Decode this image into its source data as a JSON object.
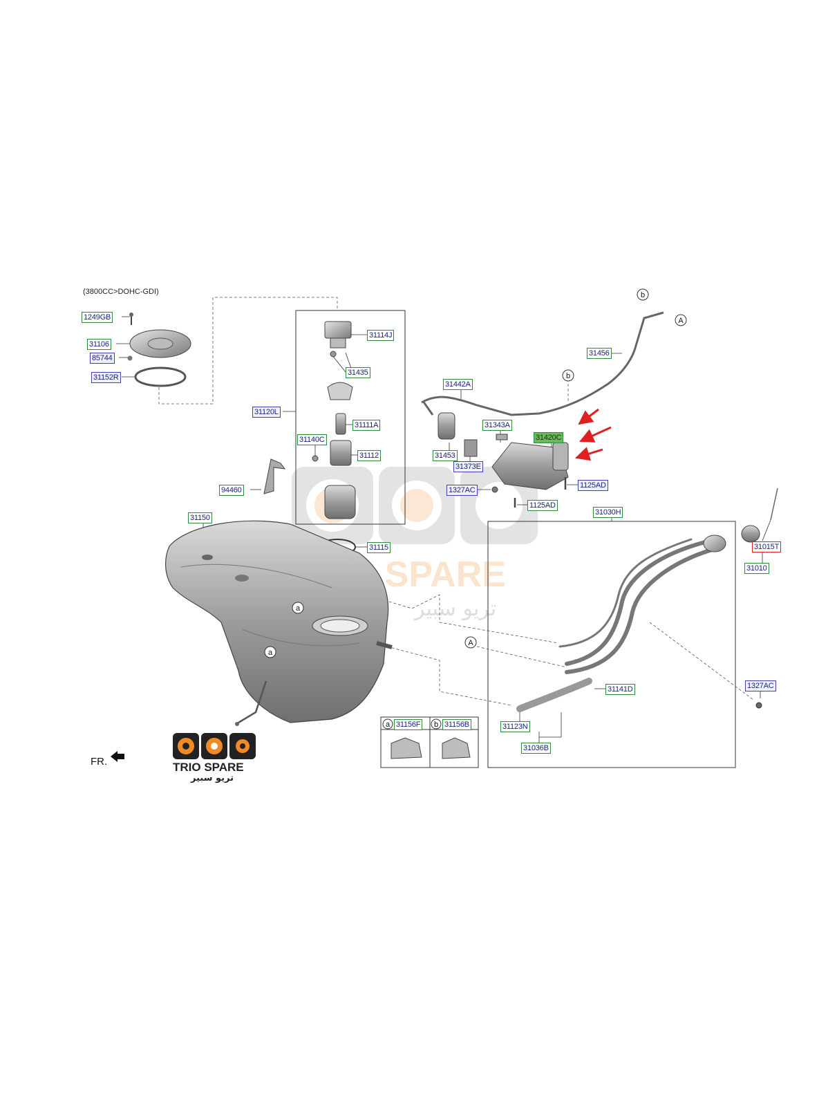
{
  "header_note": "(3800CC>DOHC-GDI)",
  "front_marker": "FR.",
  "parts": {
    "p1249GB": "1249GB",
    "p31106": "31106",
    "p85744": "85744",
    "p31152R": "31152R",
    "p31120L": "31120L",
    "p31114J": "31114J",
    "p31435": "31435",
    "p31111A": "31111A",
    "p31140C": "31140C",
    "p31112": "31112",
    "p94460": "94460",
    "p31150": "31150",
    "p31115": "31115",
    "p31442A": "31442A",
    "p31456": "31456",
    "p31343A": "31343A",
    "p31420C": "31420C",
    "p31453": "31453",
    "p31373E": "31373E",
    "p1327AC_a": "1327AC",
    "p1125AD_a": "1125AD",
    "p1125AD_b": "1125AD",
    "p31030H": "31030H",
    "p31015T": "31015T",
    "p31010": "31010",
    "p31141D": "31141D",
    "p1327AC_b": "1327AC",
    "p31123N": "31123N",
    "p31036B": "31036B",
    "p31156F": "31156F",
    "p31156B": "31156B"
  },
  "callouts": {
    "a": "a",
    "b": "b",
    "A": "A"
  },
  "brand": {
    "name": "TRIO SPARE",
    "arabic": "تريو سبير",
    "watermark": "TRIO SPARE",
    "watermark_arabic": "تريو سبير"
  },
  "colors": {
    "label_border": "#2e8b3e",
    "label_text": "#1a237e",
    "highlight_fill": "#6cb85a",
    "highlight_border": "#e02020",
    "arrow": "#e02020",
    "brand_orange": "#f08a24"
  }
}
